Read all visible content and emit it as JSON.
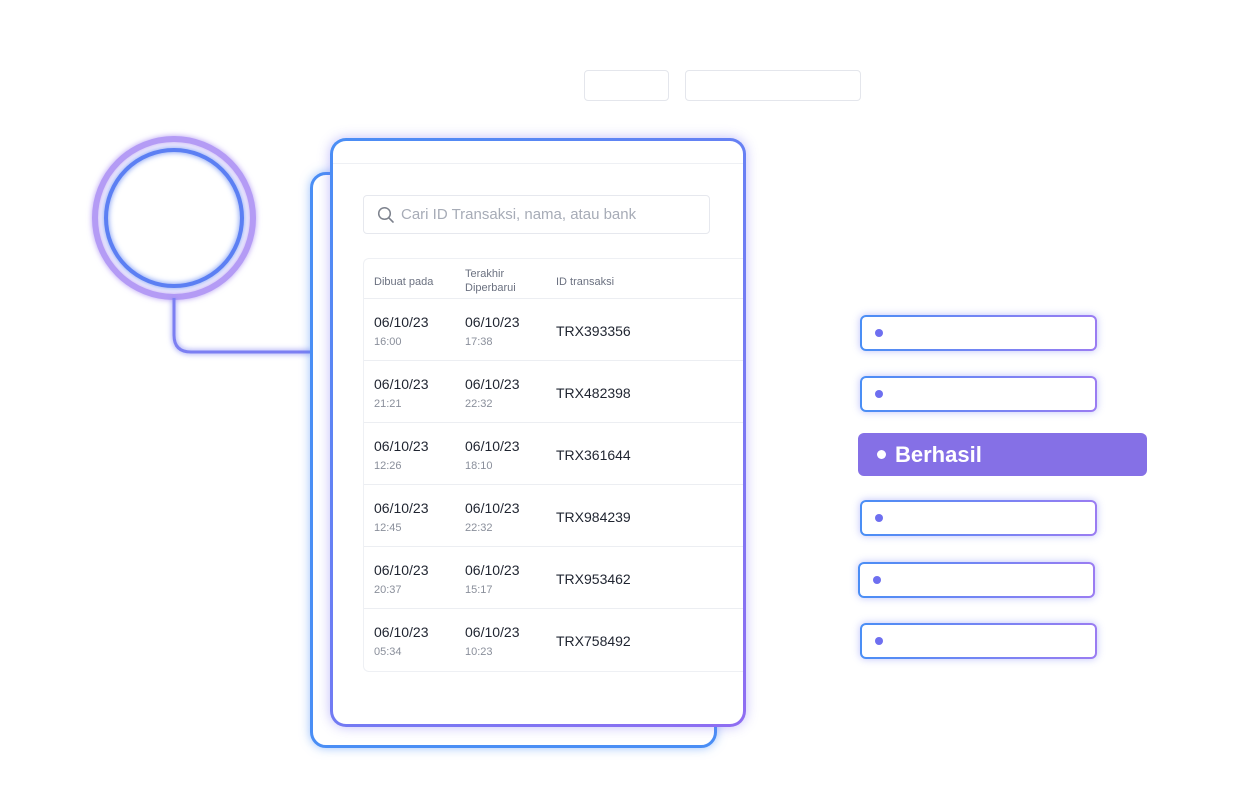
{
  "search": {
    "placeholder": "Cari ID Transaksi, nama, atau bank"
  },
  "table": {
    "headers": [
      "Dibuat pada",
      "Terakhir Diperbarui",
      "ID transaksi"
    ],
    "rows": [
      {
        "created_date": "06/10/23",
        "created_time": "16:00",
        "updated_date": "06/10/23",
        "updated_time": "17:38",
        "id": "TRX393356"
      },
      {
        "created_date": "06/10/23",
        "created_time": "21:21",
        "updated_date": "06/10/23",
        "updated_time": "22:32",
        "id": "TRX482398"
      },
      {
        "created_date": "06/10/23",
        "created_time": "12:26",
        "updated_date": "06/10/23",
        "updated_time": "18:10",
        "id": "TRX361644"
      },
      {
        "created_date": "06/10/23",
        "created_time": "12:45",
        "updated_date": "06/10/23",
        "updated_time": "22:32",
        "id": "TRX984239"
      },
      {
        "created_date": "06/10/23",
        "created_time": "20:37",
        "updated_date": "06/10/23",
        "updated_time": "15:17",
        "id": "TRX953462"
      },
      {
        "created_date": "06/10/23",
        "created_time": "05:34",
        "updated_date": "06/10/23",
        "updated_time": "10:23",
        "id": "TRX758492"
      }
    ]
  },
  "statuses": {
    "active_label": "Berhasil"
  },
  "colors": {
    "accent_blue": "#4a8ef5",
    "accent_purple": "#8570e6",
    "dot": "#6e6ff0"
  },
  "icons": {
    "search": "search-icon",
    "status_dot": "status-dot-icon",
    "ring": "ring-icon"
  }
}
